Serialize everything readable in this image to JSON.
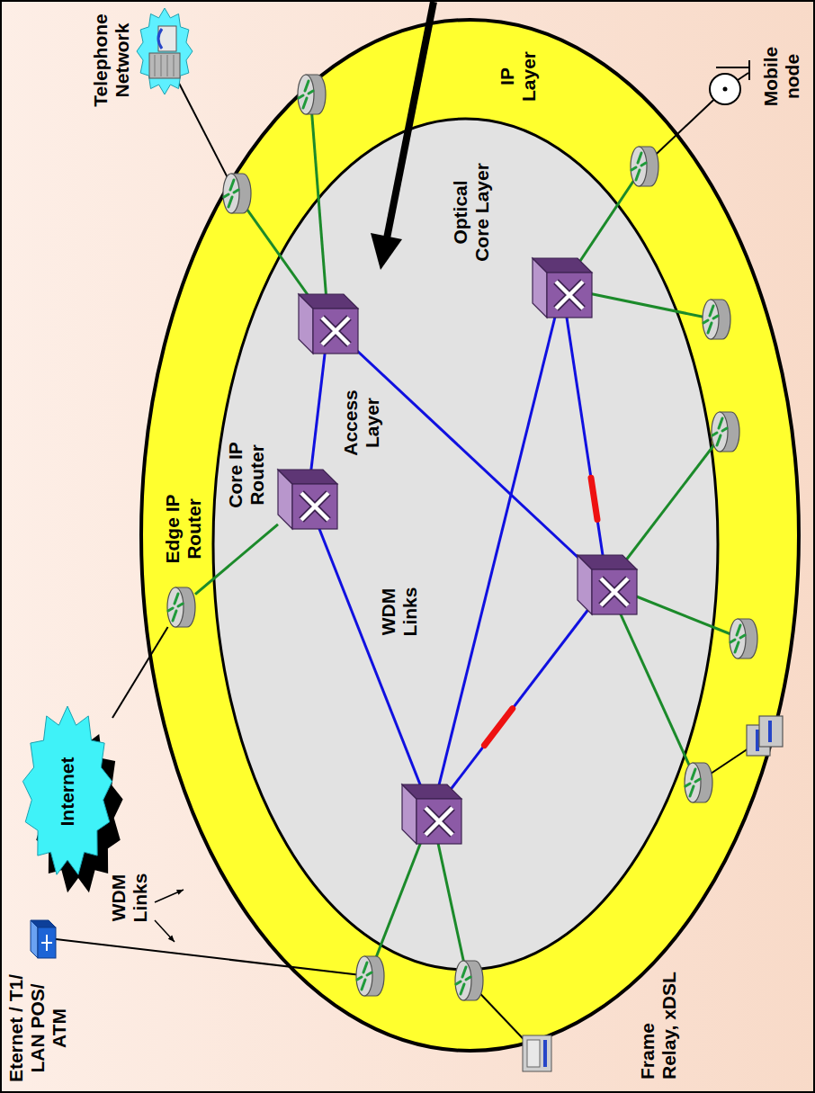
{
  "diagram": {
    "nodes": [
      {
        "text": [
          "IP Layer"
        ]
      },
      {
        "text": [
          "Optical Core Layer"
        ],
        "in": 0
      },
      {
        "text": [
          "Core IP Router"
        ],
        "in": 1
      },
      {
        "text": [
          "Edge IP Router"
        ],
        "in": 0
      },
      {
        "text": [
          "Internet"
        ]
      },
      {
        "text": [
          "Telephone Network"
        ]
      },
      {
        "text": [
          "Mobile node"
        ]
      },
      {
        "text": [
          "Eternet / T1/ LAN POS/ ATM"
        ]
      },
      {
        "text": [
          "Frame Relay, xDSL"
        ]
      }
    ],
    "edges": [
      {
        "from": 4,
        "to": 3,
        "arrow": "none"
      },
      {
        "from": 3,
        "to": 2,
        "arrow": "none"
      }
    ],
    "labels": [
      "Access Layer",
      "WDM Links",
      "WDM Links"
    ]
  }
}
